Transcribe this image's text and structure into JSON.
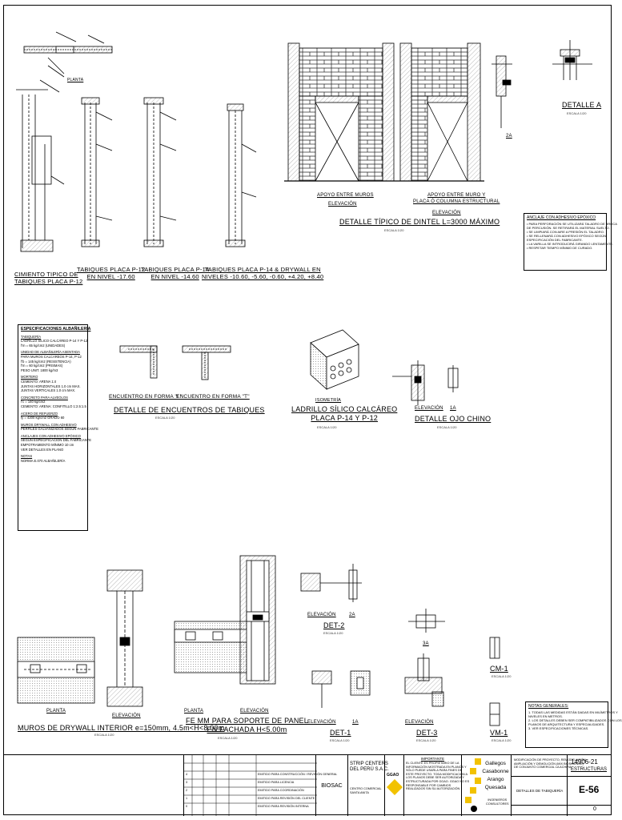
{
  "sheet": {
    "top_labels": {
      "planta_top": "PLANTA",
      "cimiento": "CIMIENTO TIPICO DE\nTABIQUES PLACA P-12",
      "tabiques_p12": "TABIQUES PLACA P-12\nEN NIVEL -17.60",
      "tabiques_p14": "TABIQUES PLACA P-14\nEN NIVEL -14.60",
      "tabiques_drywall": "TABIQUES PLACA P-14 & DRYWALL EN\nNIVELES -10.60, -5.60, -0.60, +4.20, +8.40",
      "apoyo_muros": "APOYO ENTRE MUROS",
      "elevacion_1": "ELEVACIÓN",
      "apoyo_muro_placa": "APOYO ENTRE MURO Y\nPLACA Ó COLUMNA ESTRUCTURAL",
      "elevacion_2": "ELEVACIÓN",
      "dintel": "DETALLE TÍPICO DE DINTEL L=3000 MÁXIMO",
      "detalle_a": "DETALLE A",
      "label_2a": "2A"
    },
    "anclaje": {
      "title": "ANCLAJE CON ADHESIVO EPÓXICO",
      "lines": [
        "• PARA PERFORACIÓN SE UTILIZARÁ TALADRO DE BROCA",
        "  DE PERCUSIÓN. SE RETIRARÁ EL MATERIAL SUELTO.",
        "• SE LIMPIARÁ CON AIRE A PRESIÓN EL TALADRO.",
        "• SE RELLENARÁ CON ADHESIVO EPÓXICO SEGÚN",
        "  ESPECIFICACIÓN DEL FABRICANTE.",
        "• LA VARILLA SE INTRODUCIRÁ GIRANDO LENTAMENTE.",
        "• RESPETAR TIEMPO MÍNIMO DE CURADO."
      ]
    },
    "spec": {
      "title": "ESPECIFICACIONES ALBAÑILERÍA",
      "lines": [
        {
          "s": "TABIQUERÍA",
          "t": ""
        },
        {
          "s": "",
          "t": "LADRILLO SÍLICO CALCÁREO P-14 Y P-12"
        },
        {
          "s": "",
          "t": "f'm = 65 kg/cm2 (UNIDADES)"
        },
        {
          "s": "UNIDAD DE ALBAÑILERÍA ASENTADA",
          "t": ""
        },
        {
          "s": "",
          "t": "PARA MUROS CALCAREOS P-14, P-12"
        },
        {
          "s": "",
          "t": "f'b = 145 kg/cm2 (RESISTENCIA)"
        },
        {
          "s": "",
          "t": "f'm = 60 kg/cm2 (PRISMAS)"
        },
        {
          "s": "",
          "t": "PESO UNIT. 1800 kg/m3"
        },
        {
          "s": "MORTERO",
          "t": ""
        },
        {
          "s": "",
          "t": "CEMENTO: ARENA 1:4"
        },
        {
          "s": "",
          "t": "JUNTAS HORIZONTALES 1.0 cm MAX."
        },
        {
          "s": "",
          "t": "JUNTAS VERTICALES 1.0 cm MAX."
        },
        {
          "s": "CONCRETO PARA ALVEOLOS",
          "t": ""
        },
        {
          "s": "",
          "t": "f'c = 140 kg/cm2"
        },
        {
          "s": "",
          "t": "CEMENTO: ARENA: CONFITILLO 1:2.5:1.5"
        },
        {
          "s": "ACERO DE REFUERZO",
          "t": ""
        },
        {
          "s": "",
          "t": "fy = 4200 kg/cm2 GRADO 60"
        },
        {
          "s": "MUROS DRYWALL CON ADHESIVO",
          "t": ""
        },
        {
          "s": "",
          "t": "PERFILES GALVANIZADOS SEGÚN FABRICANTE"
        },
        {
          "s": "ANCLAJES CON ADHESIVO EPÓXICO",
          "t": ""
        },
        {
          "s": "",
          "t": "SEGÚN ESPECIFICACIÓN DEL FABRICANTE"
        },
        {
          "s": "",
          "t": "EMPOTRAMIENTO MÍNIMO 10 cm"
        },
        {
          "s": "",
          "t": "VER DETALLES EN PLANO"
        },
        {
          "s": "NOTAS",
          "t": ""
        },
        {
          "s": "",
          "t": "NORMA E.070 ALBAÑILERÍA"
        }
      ]
    },
    "mid_labels": {
      "encuentro_l": "ENCUENTRO EN FORMA \"L\"",
      "encuentro_t": "ENCUENTRO EN FORMA \"T\"",
      "detalle_encuentros": "DETALLE DE ENCUENTROS DE TABIQUES",
      "isometria": "ISOMETRÍA",
      "ladrillo": "LADRILLO SÍLICO CALCÁREO\nPLACA P-14 Y P-12",
      "elevacion_ojo": "ELEVACIÓN",
      "label_1a_ojo": "1A",
      "detalle_ojo": "DETALLE OJO CHINO"
    },
    "bottom_labels": {
      "planta_drywall": "PLANTA",
      "elevacion_drywall": "ELEVACIÓN",
      "muros_drywall": "MUROS DE DRYWALL INTERIOR e=150mm, 4.5m<H<8.00m",
      "planta_fe": "PLANTA",
      "elevacion_fe": "ELEVACIÓN",
      "fe_mm": "FE MM PARA SOPORTE DE PANEL\nEN FACHADA H<5.00m",
      "elevacion_det2": "ELEVACIÓN",
      "label_2a_det2": "2A",
      "det2": "DET-2",
      "label_3a": "3A",
      "elevacion_det1": "ELEVACIÓN",
      "label_1a_det1": "1A",
      "det1": "DET-1",
      "elevacion_det3": "ELEVACIÓN",
      "det3": "DET-3",
      "cm1": "CM-1",
      "vm1": "VM-1"
    },
    "notas_generales": {
      "title": "NOTAS GENERALES:",
      "lines": [
        "1. TODAS LAS MEDIDAS ESTÁN DADAS EN MILÍMETROS Y",
        "   NIVELES EN METROS.",
        "2. LOS DETALLES DEBEN SER COMPATIBILIZADOS CON LOS",
        "   PLANOS DE ARQUITECTURA Y ESPECIALIDADES.",
        "3. VER ESPECIFICACIONES TÉCNICAS."
      ]
    },
    "scale_text": "ESCALA 1/20"
  },
  "title_block": {
    "biosac": "BIOSAC",
    "client": "STRIP CENTERS\nDEL PERÚ S.A.C.",
    "client_small": "CENTRO COMERCIAL\nSANTA ANITA",
    "ggao": "GGAO",
    "importante": "IMPORTANTE",
    "importante_text": "EL CLIENTE ES PROPIETARIO DE LA\nINFORMACIÓN MOSTRADA EN PLANOS Y\nSÓLO PUEDE USARLA PARA FINES DE\nESTE PROYECTO. TODA MODIFICACIÓN A\nLOS PLANOS DEBE SER AUTORIZADA Y\nESTRUCTURADA POR GGAO. GGAO NO ES\nRESPONSABLE POR CAMBIOS\nREALIZADOS SIN SU AUTORIZACIÓN",
    "firm": [
      "Gallegos",
      "Casabonne",
      "Arango",
      "Quesada"
    ],
    "firm_sub": "INGENIEROS\nCONSULTORES",
    "project_desc": "MODIFICACIÓN DE PROYECTO, REMODELACIÓN,\nAMPLIACIÓN Y DEMOLICIÓN (MIX BIOSCIENCE)\nDE CONJUNTO COMERCIAL LA ACHIRA",
    "sheet_title": "DETALLES DE TABIQUERÍA",
    "project_no": "14906-21",
    "discipline": "ESTRUCTURAS",
    "sheet_no": "E-56",
    "rev": "0",
    "rev_rows": [
      {
        "rev": "4",
        "date": "",
        "desc": "EMITIDO PARA CONSTRUCCIÓN / REVISIÓN GENERAL"
      },
      {
        "rev": "3",
        "date": "",
        "desc": "EMITIDO PARA LICENCIA"
      },
      {
        "rev": "2",
        "date": "",
        "desc": "EMITIDO PARA COORDINACIÓN"
      },
      {
        "rev": "1",
        "date": "",
        "desc": "EMITIDO PARA REVISIÓN DEL CLIENTE"
      },
      {
        "rev": "0",
        "date": "",
        "desc": "EMITIDO PARA REVISIÓN INTERNA"
      }
    ]
  }
}
